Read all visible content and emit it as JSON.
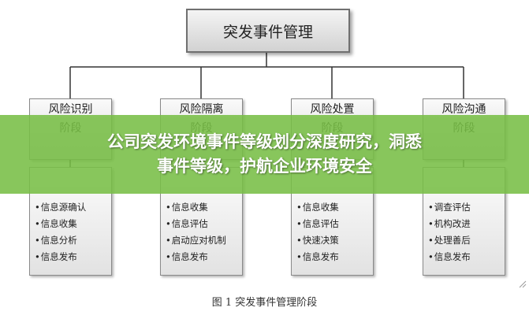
{
  "diagram": {
    "root": "突发事件管理",
    "stages": [
      {
        "title_line1": "风险识别",
        "title_line2": "阶段",
        "items": [
          "信息源确认",
          "信息收集",
          "信息分析",
          "信息发布"
        ]
      },
      {
        "title_line1": "风险隔离",
        "title_line2": "阶段",
        "items": [
          "信息收集",
          "信息评估",
          "启动应对机制",
          "信息发布"
        ]
      },
      {
        "title_line1": "风险处置",
        "title_line2": "阶段",
        "items": [
          "信息收集",
          "信息评估",
          "快速决策",
          "信息发布"
        ]
      },
      {
        "title_line1": "风险沟通",
        "title_line2": "阶段",
        "items": [
          "调查评估",
          "机构改进",
          "处理善后",
          "信息发布"
        ]
      }
    ],
    "caption": "图 1  突发事件管理阶段"
  },
  "banner": {
    "line1": "公司突发环境事件等级划分深度研究，洞悉",
    "line2": "事件等级，护航企业环境安全"
  },
  "colors": {
    "banner": "#78be46",
    "box_border": "#707070",
    "connector": "#333333"
  },
  "icons": {
    "corner": "resize-grip-icon"
  }
}
